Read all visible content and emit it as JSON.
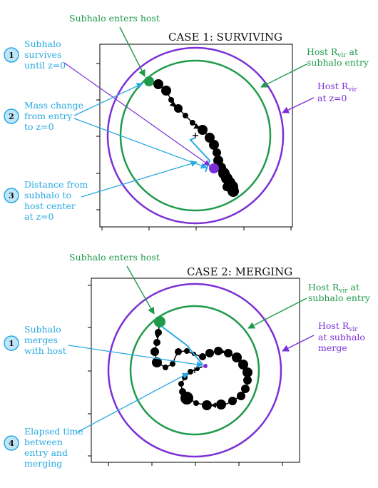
{
  "case1": {
    "title": "CASE 1: SURVIVING",
    "entry_label": "Subhalo enters host",
    "host_entry_label": [
      "Host R",
      "vir",
      " at",
      "subhalo entry"
    ],
    "host_final_label": [
      "Host R",
      "vir",
      "",
      "at z=0"
    ],
    "annotations": [
      {
        "number": "1",
        "lines": [
          "Subhalo",
          "survives",
          "until z=0"
        ]
      },
      {
        "number": "2",
        "lines": [
          "Mass change",
          "from entry",
          "to z=0"
        ]
      },
      {
        "number": "3",
        "lines": [
          "Distance from",
          "subhalo to",
          "host center",
          "at z=0"
        ]
      }
    ]
  },
  "case2": {
    "title": "CASE 2: MERGING",
    "entry_label": "Subhalo enters host",
    "host_entry_label": [
      "Host R",
      "vir",
      " at",
      "subhalo entry"
    ],
    "host_final_label": [
      "Host R",
      "vir",
      "",
      "at subhalo",
      "merge"
    ],
    "annotations": [
      {
        "number": "1",
        "lines": [
          "Subhalo",
          "merges",
          "with host"
        ]
      },
      {
        "number": "4",
        "lines": [
          "Elapsed time",
          "between",
          "entry and",
          "merging"
        ]
      }
    ]
  },
  "colors": {
    "entry": "#1f9a4a",
    "host": "#1f9a4a",
    "final": "#7b2fd6",
    "annotation": "#29a9e1",
    "badge_fill": "#bfe6f7",
    "badge_stroke": "#29a9e1",
    "track": "#000000"
  }
}
